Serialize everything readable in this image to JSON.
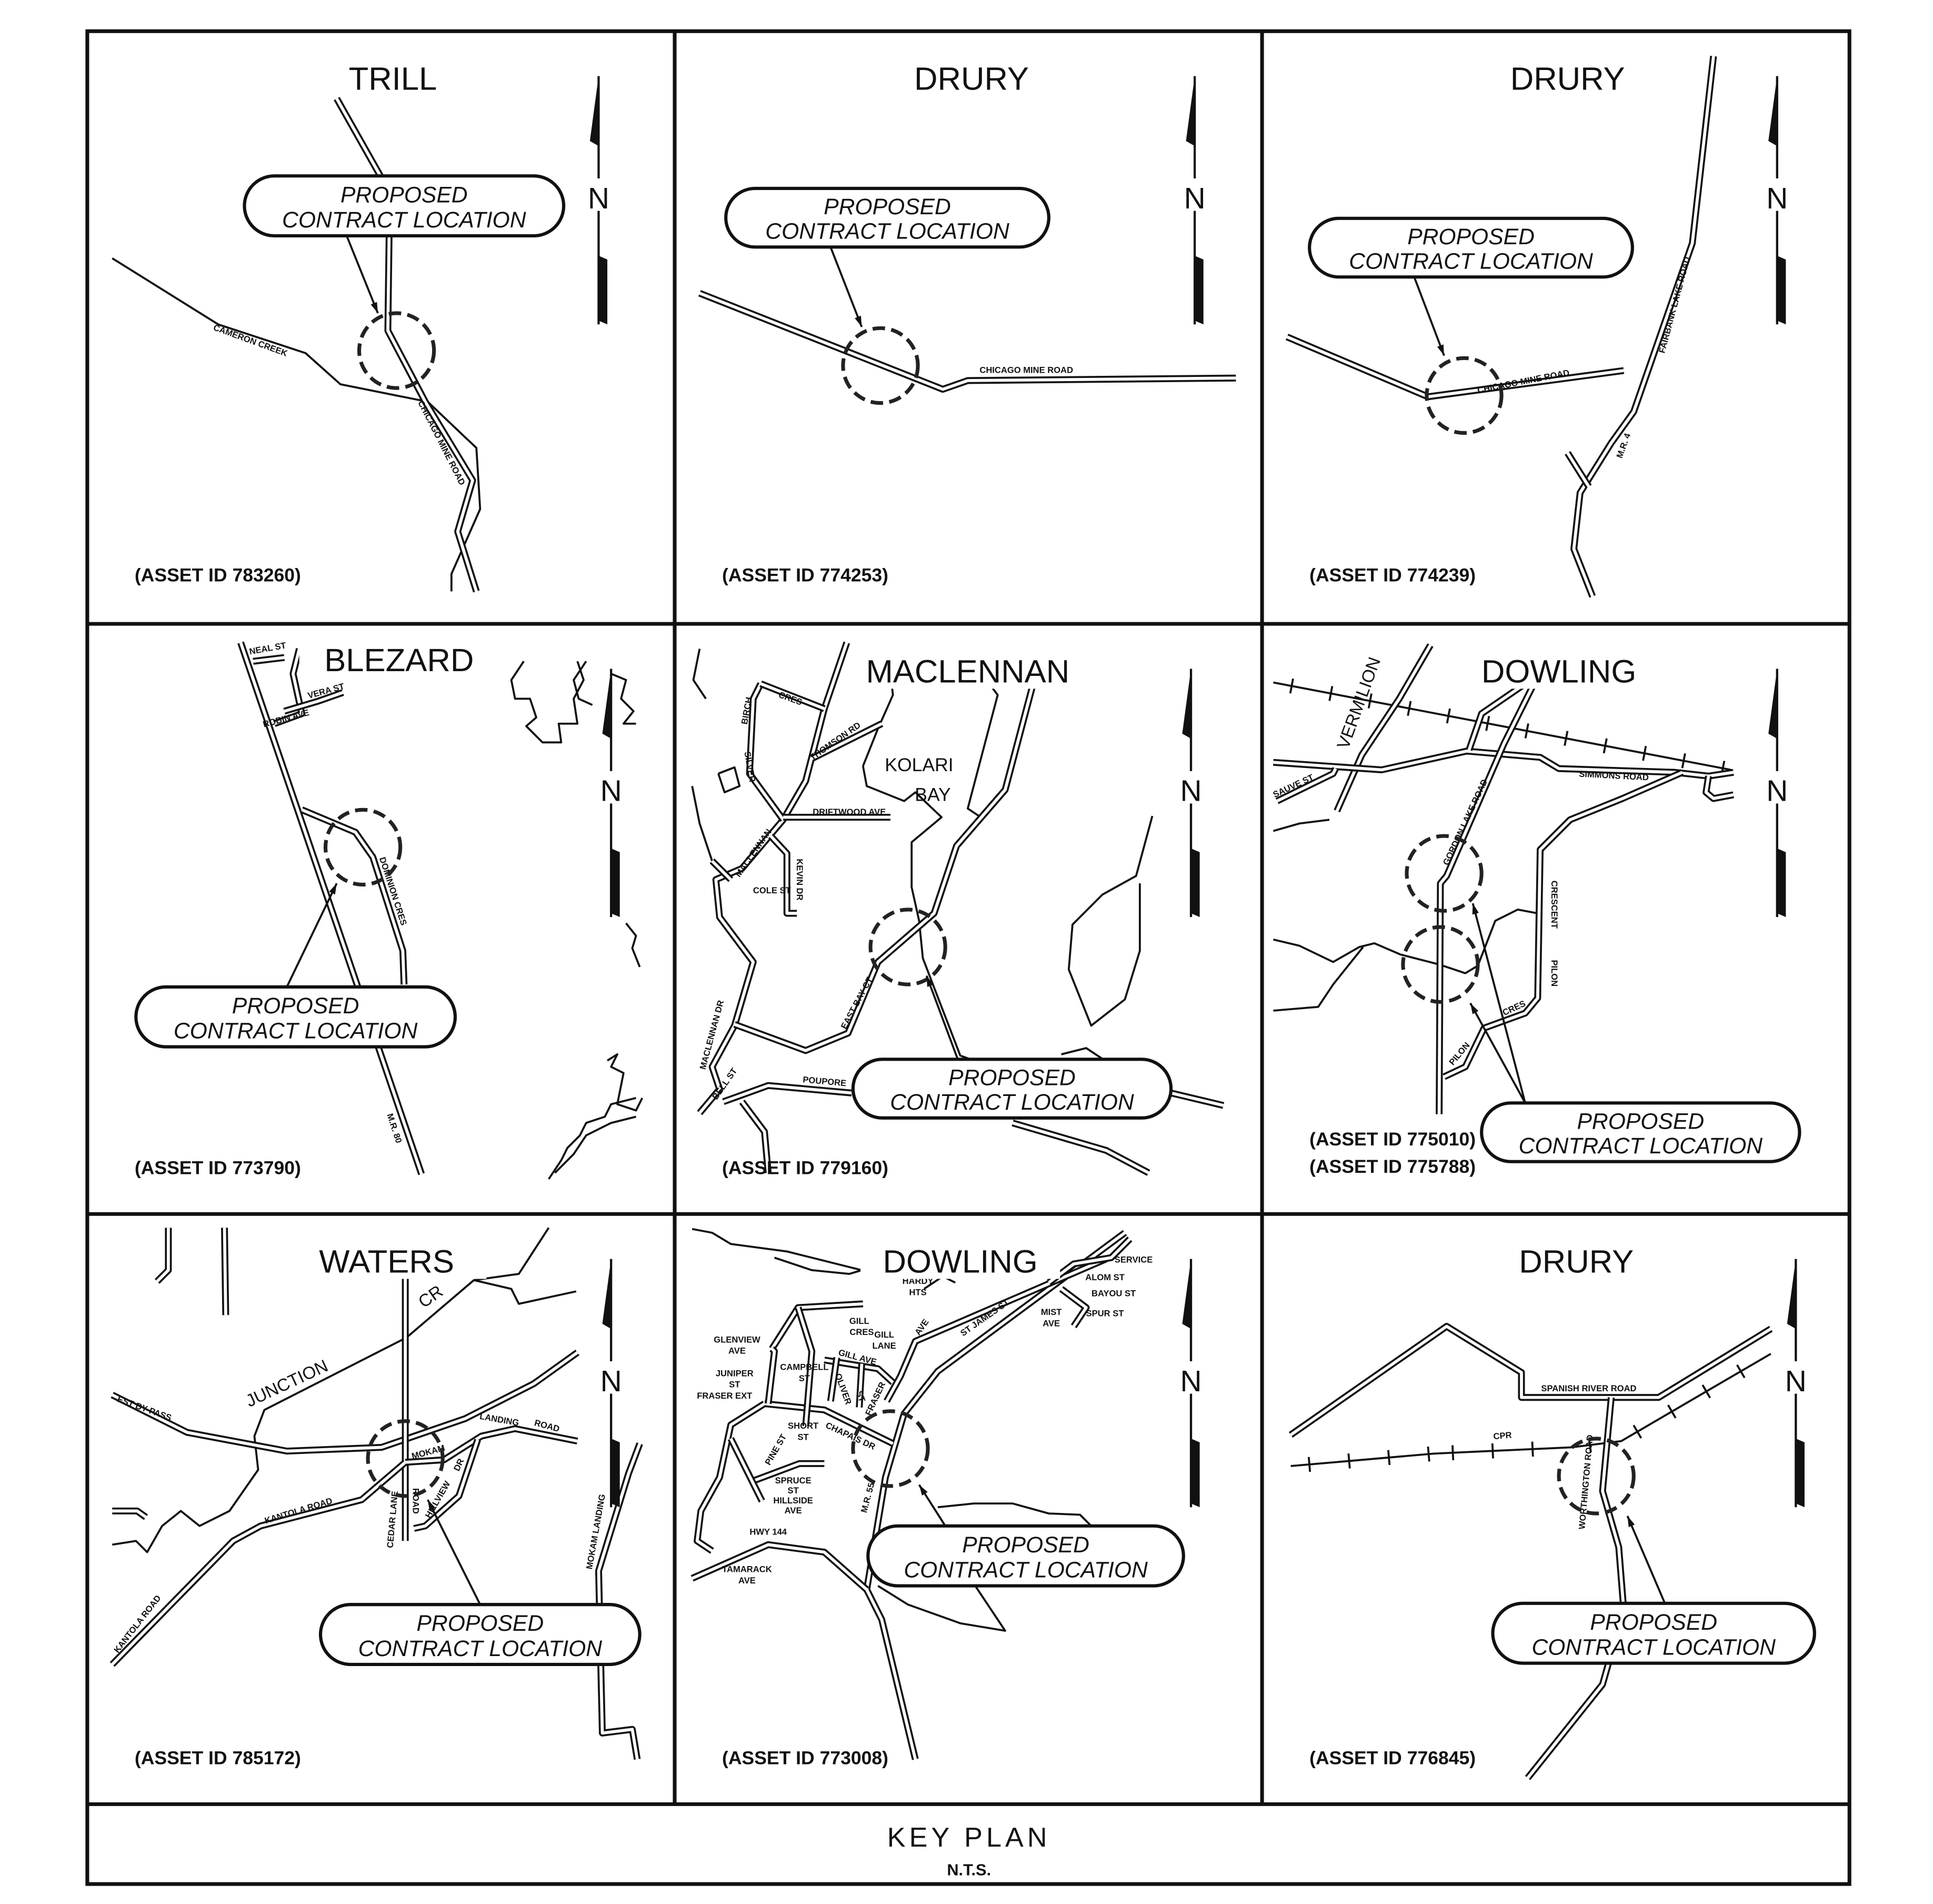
{
  "key_plan": {
    "title": "KEY PLAN",
    "scale_note": "N.T.S."
  },
  "panels": [
    {
      "township": "TRILL",
      "asset_ids": [
        "(ASSET ID 783260)"
      ],
      "callout": [
        "PROPOSED",
        "CONTRACT LOCATION"
      ],
      "north_label": "N",
      "road_labels": [
        "CAMERON CREEK",
        "CHICAGO MINE ROAD"
      ]
    },
    {
      "township": "DRURY",
      "asset_ids": [
        "(ASSET ID 774253)"
      ],
      "callout": [
        "PROPOSED",
        "CONTRACT LOCATION"
      ],
      "north_label": "N",
      "road_labels": [
        "CHICAGO MINE ROAD"
      ]
    },
    {
      "township": "DRURY",
      "asset_ids": [
        "(ASSET ID 774239)"
      ],
      "callout": [
        "PROPOSED",
        "CONTRACT LOCATION"
      ],
      "north_label": "N",
      "road_labels": [
        "CHICAGO MINE ROAD",
        "FAIRBANK LAKE ROAD",
        "M.R. 4"
      ]
    },
    {
      "township": "BLEZARD",
      "asset_ids": [
        "(ASSET ID 773790)"
      ],
      "callout": [
        "PROPOSED",
        "CONTRACT LOCATION"
      ],
      "north_label": "N",
      "road_labels": [
        "NEAL ST",
        "VERA ST",
        "ROBIN AVE",
        "DOMINION CRES",
        "M.R. 80"
      ]
    },
    {
      "township": "MACLENNAN",
      "asset_ids": [
        "(ASSET ID 779160)"
      ],
      "callout": [
        "PROPOSED",
        "CONTRACT LOCATION"
      ],
      "north_label": "N",
      "road_labels": [
        "KOLARI",
        "BAY",
        "DRIFTWOOD AVE",
        "THOMSON RD",
        "CRES",
        "BIRCH",
        "SILVER",
        "MACLENNAN",
        "KEVIN DR",
        "COLE ST",
        "EAST BAY CT",
        "POUPORE",
        "BELL ST",
        "MACLENNAN DR"
      ]
    },
    {
      "township": "DOWLING",
      "asset_ids": [
        "(ASSET ID 775010)",
        "(ASSET ID 775788)"
      ],
      "callout": [
        "PROPOSED",
        "CONTRACT LOCATION"
      ],
      "north_label": "N",
      "road_labels": [
        "VERMILION",
        "SAUVE ST",
        "SIMMONS ROAD",
        "GORDON LAKE ROAD",
        "CRESCENT",
        "PILON",
        "CRES",
        "PILON"
      ]
    },
    {
      "township": "WATERS",
      "asset_ids": [
        "(ASSET ID 785172)"
      ],
      "callout": [
        "PROPOSED",
        "CONTRACT LOCATION"
      ],
      "north_label": "N",
      "road_labels": [
        "JUNCTION",
        "CR",
        "EST BY-PASS",
        "KANTOLA ROAD",
        "KANTOLA ROAD",
        "MOKAM",
        "LANDING",
        "ROAD",
        "HILLVIEW",
        "DR",
        "CEDAR LANE",
        "ROAD",
        "MOKAM LANDING"
      ]
    },
    {
      "township": "DOWLING",
      "asset_ids": [
        "(ASSET ID 773008)"
      ],
      "callout": [
        "PROPOSED",
        "CONTRACT LOCATION"
      ],
      "north_label": "N",
      "road_labels": [
        "HARDY",
        "HTS",
        "GILL",
        "CRES",
        "GILL",
        "LANE",
        "GLENVIEW",
        "AVE",
        "GILL AVE",
        "JUNIPER",
        "ST",
        "CAMPBELL",
        "ST",
        "FRASER EXT",
        "OLIVER",
        "ST",
        "FRASER",
        "SHORT",
        "ST",
        "CHAPAIS DR",
        "SPRUCE",
        "ST",
        "HILLSIDE",
        "AVE",
        "HWY 144",
        "TAMARACK",
        "AVE",
        "AVE",
        "ST JAMES ST",
        "SERVICE",
        "ALOM ST",
        "BAYOU ST",
        "SPUR ST",
        "MIST",
        "AVE",
        "M.R. 55",
        "PINE ST"
      ]
    },
    {
      "township": "DRURY",
      "asset_ids": [
        "(ASSET ID 776845)"
      ],
      "callout": [
        "PROPOSED",
        "CONTRACT LOCATION"
      ],
      "north_label": "N",
      "road_labels": [
        "SPANISH RIVER ROAD",
        "CPR",
        "WORTHINGTON ROAD"
      ]
    }
  ]
}
